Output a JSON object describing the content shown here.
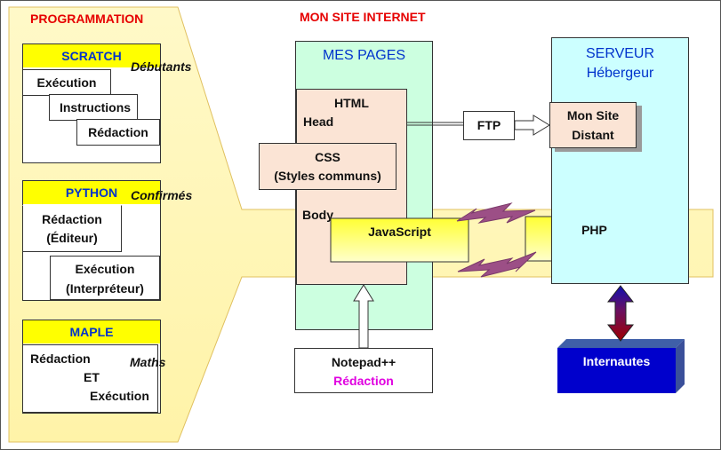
{
  "titles": {
    "programmation": "PROGRAMMATION",
    "site": "MON SITE INTERNET"
  },
  "programmation": {
    "scratch": {
      "name": "SCRATCH",
      "tag": "Débutants",
      "steps": [
        "Exécution",
        "Instructions",
        "Rédaction"
      ]
    },
    "python": {
      "name": "PYTHON",
      "tag": "Confirmés",
      "redaction": [
        "Rédaction",
        "(Éditeur)"
      ],
      "execution": [
        "Exécution",
        "(Interpréteur)"
      ]
    },
    "maple": {
      "name": "MAPLE",
      "tag": "Maths",
      "lines": [
        "Rédaction",
        "ET",
        "Exécution"
      ]
    }
  },
  "pages": {
    "title": "MES PAGES",
    "html": "HTML",
    "head": "Head",
    "css": [
      "CSS",
      "(Styles communs)"
    ],
    "body": "Body",
    "javascript": "JavaScript",
    "editor": {
      "name": "Notepad++",
      "role": "Rédaction"
    }
  },
  "server": {
    "title": [
      "SERVEUR",
      "Hébergeur"
    ],
    "remote": [
      "Mon Site",
      "Distant"
    ],
    "php": "PHP"
  },
  "transfer": {
    "ftp": "FTP"
  },
  "users": {
    "label": "Internautes"
  },
  "colors": {
    "title_red": "#e60000",
    "header_yellow": "#ffff00",
    "header_blue": "#0033cc",
    "pages_green": "#ccffe0",
    "html_peach": "#fbe4d5",
    "server_cyan": "#ccffff",
    "band_yellow": "#fffacd",
    "users_blue": "#0000cc",
    "lightning": "#9c4f86",
    "arrow_red": "#a00000",
    "arrow_blue": "#1010b0",
    "editor_magenta": "#e000e0"
  }
}
